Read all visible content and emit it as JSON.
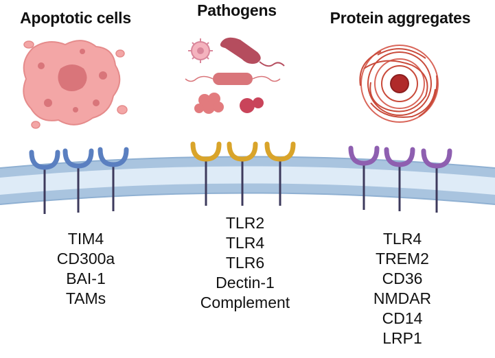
{
  "groups": [
    {
      "title": "Apoptotic cells",
      "receptors": [
        "TIM4",
        "CD300a",
        "BAI-1",
        "TAMs"
      ],
      "receptor_color": "#5a7fc0"
    },
    {
      "title": "Pathogens",
      "receptors": [
        "TLR2",
        "TLR4",
        "TLR6",
        "Dectin-1",
        "Complement"
      ],
      "receptor_color": "#d9a42a"
    },
    {
      "title": "Protein aggregates",
      "receptors": [
        "TLR4",
        "TREM2",
        "CD36",
        "NMDAR",
        "CD14",
        "LRP1"
      ],
      "receptor_color": "#8e5fb0"
    }
  ],
  "membrane_color": "#a9c4df",
  "stalk_color": "#3d3a5c",
  "icons": {
    "apoptotic": "apoptotic-cell-icon",
    "pathogens": [
      "virus-icon",
      "bacterium-icon",
      "bacillus-icon",
      "coccus-cluster-icon",
      "spiky-coccus-icon"
    ],
    "aggregates": "protein-aggregate-icon"
  }
}
